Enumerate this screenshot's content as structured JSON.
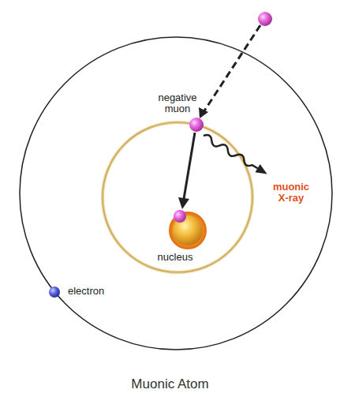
{
  "diagram": {
    "caption": "Muonic Atom",
    "labels": [
      "negative muon",
      "muonic X-ray",
      "nucleus",
      "electron"
    ]
  }
}
